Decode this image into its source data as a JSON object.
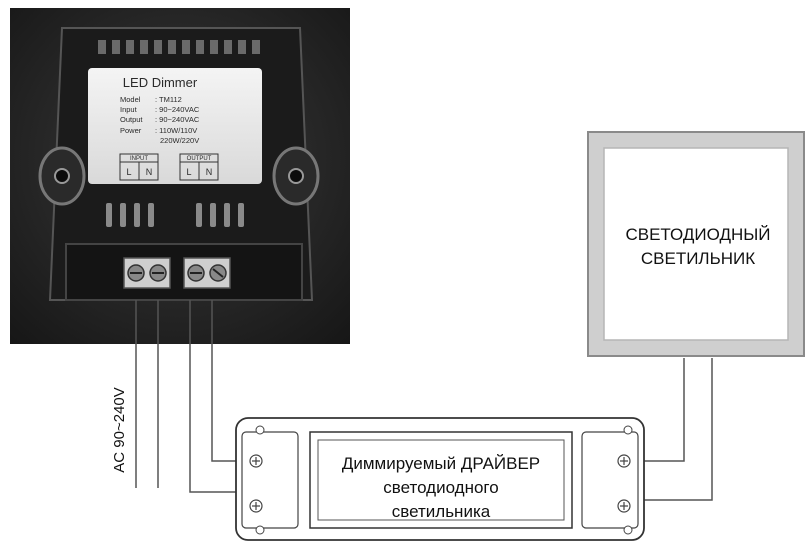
{
  "dimmer": {
    "title": "LED Dimmer",
    "specs": [
      {
        "key": "Model",
        "value": ": TM112"
      },
      {
        "key": "Input",
        "value": ": 90~240VAC"
      },
      {
        "key": "Output",
        "value": ": 90~240VAC"
      },
      {
        "key": "Power",
        "value": ": 110W/110V"
      },
      {
        "key": "",
        "value": "220W/220V"
      }
    ],
    "input_label": "INPUT",
    "output_label": "OUTPUT",
    "terminal_l": "L",
    "terminal_n": "N"
  },
  "mains_label": "AC 90~240V",
  "luminaire": {
    "line1": "СВЕТОДИОДНЫЙ",
    "line2": "СВЕТИЛЬНИК"
  },
  "driver": {
    "line1": "Диммируемый ДРАЙВЕР",
    "line2": "светодиодного",
    "line3": "светильника"
  }
}
